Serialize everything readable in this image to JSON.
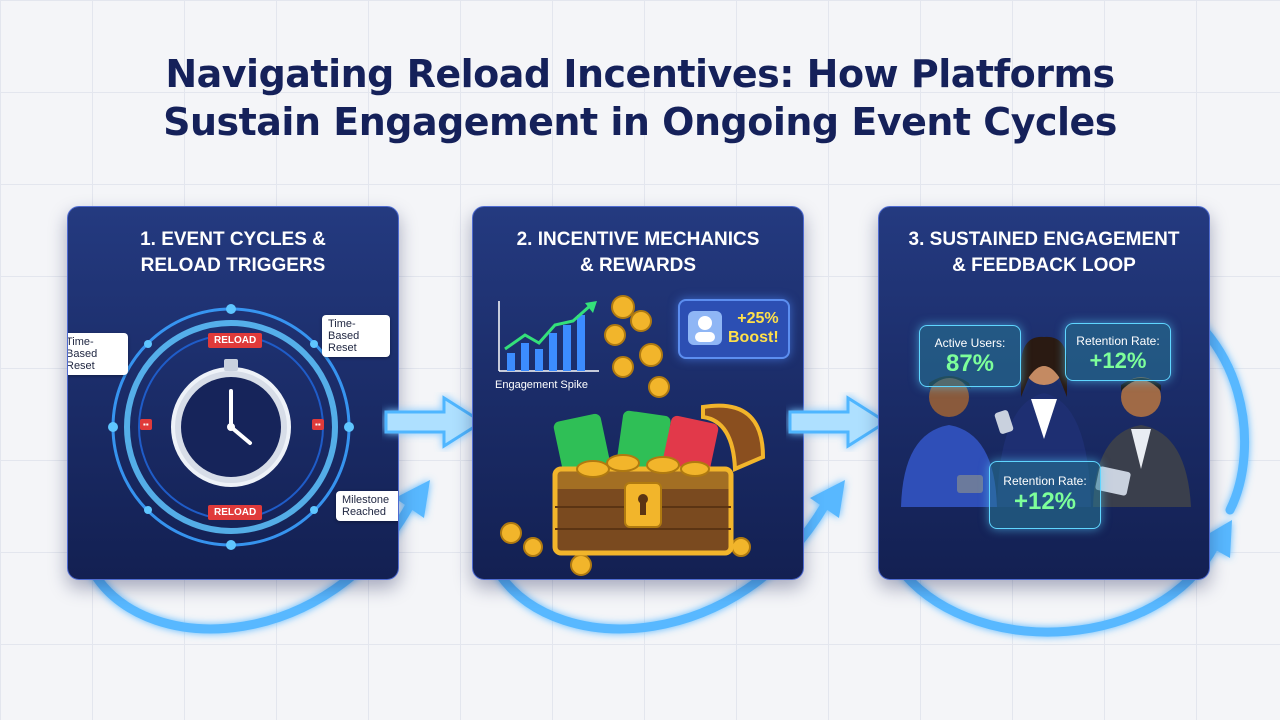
{
  "title": {
    "line1": "Navigating Reload Incentives: How Platforms",
    "line2": "Sustain Engagement in Ongoing Event Cycles"
  },
  "panels": [
    {
      "heading_line1": "1. EVENT CYCLES &",
      "heading_line2": "RELOAD TRIGGERS",
      "callouts": {
        "left": "Time-Based Reset",
        "right": "Time-Based Reset",
        "milestone": "Milestone Reached"
      },
      "reload_top": "RELOAD",
      "reload_bottom": "RELOAD"
    },
    {
      "heading_line1": "2. INCENTIVE MECHANICS",
      "heading_line2": "& REWARDS",
      "spike_label": "Engagement Spike",
      "boost_line1": "+25%",
      "boost_line2": "Boost!"
    },
    {
      "heading_line1": "3. SUSTAINED ENGAGEMENT",
      "heading_line2": "& FEEDBACK LOOP",
      "stats": [
        {
          "label": "Active Users:",
          "value": "87%"
        },
        {
          "label": "Retention Rate:",
          "value": "+12%"
        },
        {
          "label": "Retention Rate:",
          "value": "+12%"
        }
      ]
    }
  ],
  "colors": {
    "title": "#15215a",
    "panel": "#1a2b66",
    "accent_glow": "#4fb6ff",
    "reload_red": "#e03a3a",
    "coin_gold": "#f2b52b",
    "stat_green": "#7dff9a"
  }
}
